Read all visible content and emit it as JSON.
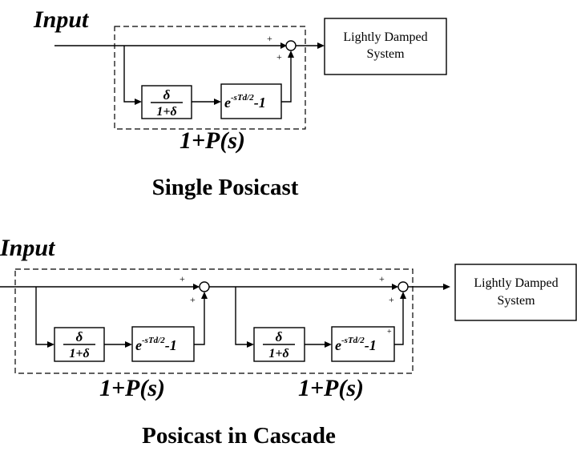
{
  "top": {
    "input_label": "Input",
    "system_line1": "Lightly Damped",
    "system_line2": "System",
    "gain_num": "δ",
    "gain_den": "1+δ",
    "delay_base": "e",
    "delay_exp": "-sTd/2",
    "delay_tail": "-1",
    "plus_top": "+",
    "plus_bottom": "+",
    "block_label": "1+P(s)",
    "caption": "Single Posicast"
  },
  "bottom": {
    "input_label": "Input",
    "system_line1": "Lightly Damped",
    "system_line2": "System",
    "stage1": {
      "gain_num": "δ",
      "gain_den": "1+δ",
      "delay_base": "e",
      "delay_exp": "-sTd/2",
      "delay_tail": "-1",
      "plus_top": "+",
      "plus_bottom": "+",
      "block_label": "1+P(s)"
    },
    "stage2": {
      "gain_num": "δ",
      "gain_den": "1+δ",
      "delay_base": "e",
      "delay_exp": "-sTd/2",
      "delay_tail": "-1",
      "plus_top": "+",
      "plus_bottom": "+",
      "plus_extra": "+",
      "block_label": "1+P(s)"
    },
    "caption": "Posicast in Cascade"
  }
}
